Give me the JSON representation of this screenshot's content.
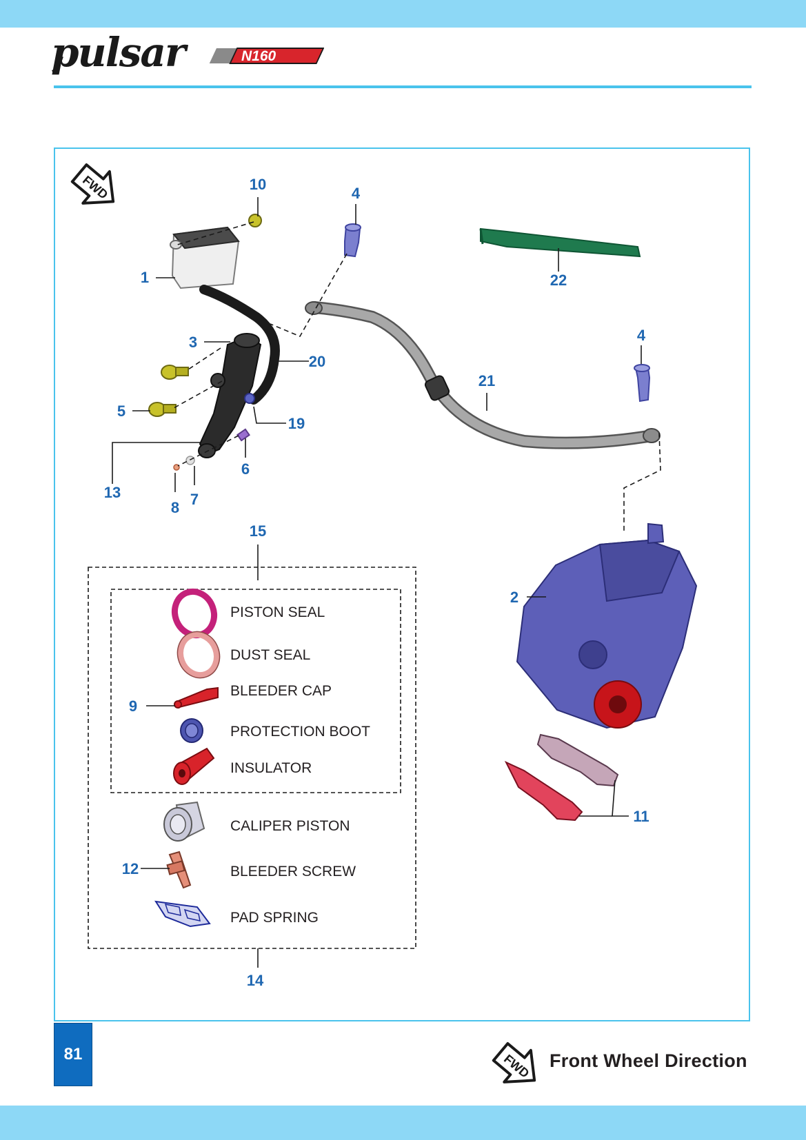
{
  "header": {
    "logo_wordmark": "pulsar",
    "logo_model": "N160"
  },
  "diagram": {
    "fwd_badge_text": "FWD",
    "callouts": [
      "10",
      "4",
      "1",
      "22",
      "3",
      "20",
      "4",
      "21",
      "5",
      "19",
      "6",
      "13",
      "8",
      "7",
      "15",
      "2",
      "9",
      "11",
      "12",
      "14"
    ],
    "kit_parts": {
      "piston_seal": "PISTON SEAL",
      "dust_seal": "DUST SEAL",
      "bleeder_cap": "BLEEDER CAP",
      "protection_boot": "PROTECTION BOOT",
      "insulator": "INSULATOR",
      "caliper_piston": "CALIPER PISTON",
      "bleeder_screw": "BLEEDER SCREW",
      "pad_spring": "PAD SPRING"
    }
  },
  "footer": {
    "page_number": "81",
    "legend_label": "Front Wheel  Direction",
    "legend_badge_text": "FWD"
  },
  "colors": {
    "accent_blue": "#49c3ec",
    "band_blue": "#8dd8f6",
    "callout_blue": "#1f67b1",
    "page_badge": "#0f6cbf",
    "model_red": "#d8252c"
  }
}
